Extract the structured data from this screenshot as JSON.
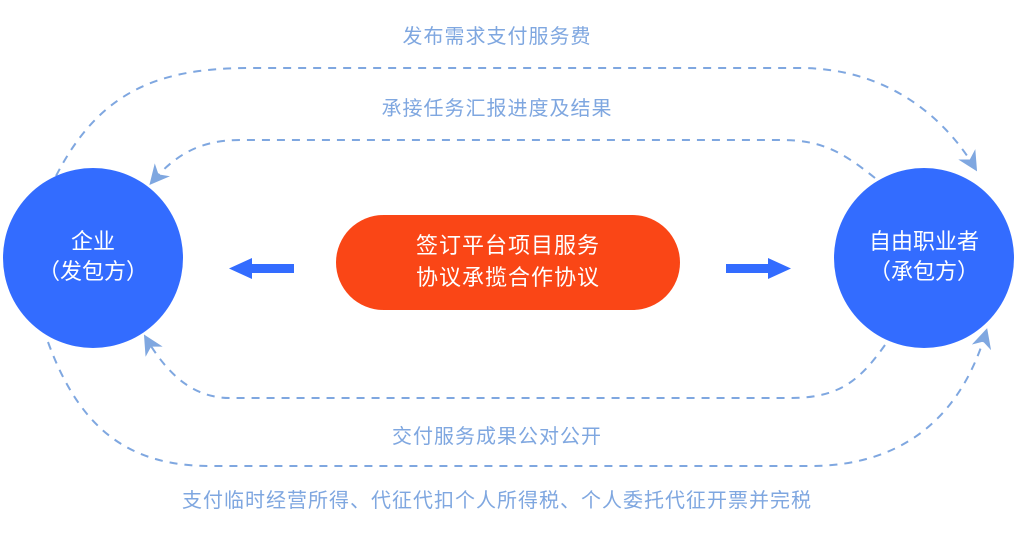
{
  "colors": {
    "node_fill": "#336cff",
    "agreement_fill": "#fa4616",
    "flow_line": "#7fa7e0",
    "flow_text": "#7fa7e0",
    "direction_arrow": "#336cff"
  },
  "nodes": {
    "enterprise": {
      "title": "企业",
      "role": "（发包方）"
    },
    "freelancer": {
      "title": "自由职业者",
      "role": "（承包方）"
    }
  },
  "agreement": {
    "line1": "签订平台项目服务",
    "line2": "协议承揽合作协议"
  },
  "flows": [
    {
      "label": "发布需求支付服务费",
      "from": "enterprise",
      "to": "freelancer"
    },
    {
      "label": "承接任务汇报进度及结果",
      "from": "freelancer",
      "to": "enterprise"
    },
    {
      "label": "交付服务成果公对公开",
      "from": "freelancer",
      "to": "enterprise"
    },
    {
      "label": "支付临时经营所得、代征代扣个人所得税、个人委托代征开票并完税",
      "from": "enterprise",
      "to": "freelancer"
    }
  ],
  "icons": {
    "left_arrow": "arrow-left-icon",
    "right_arrow": "arrow-right-icon"
  }
}
